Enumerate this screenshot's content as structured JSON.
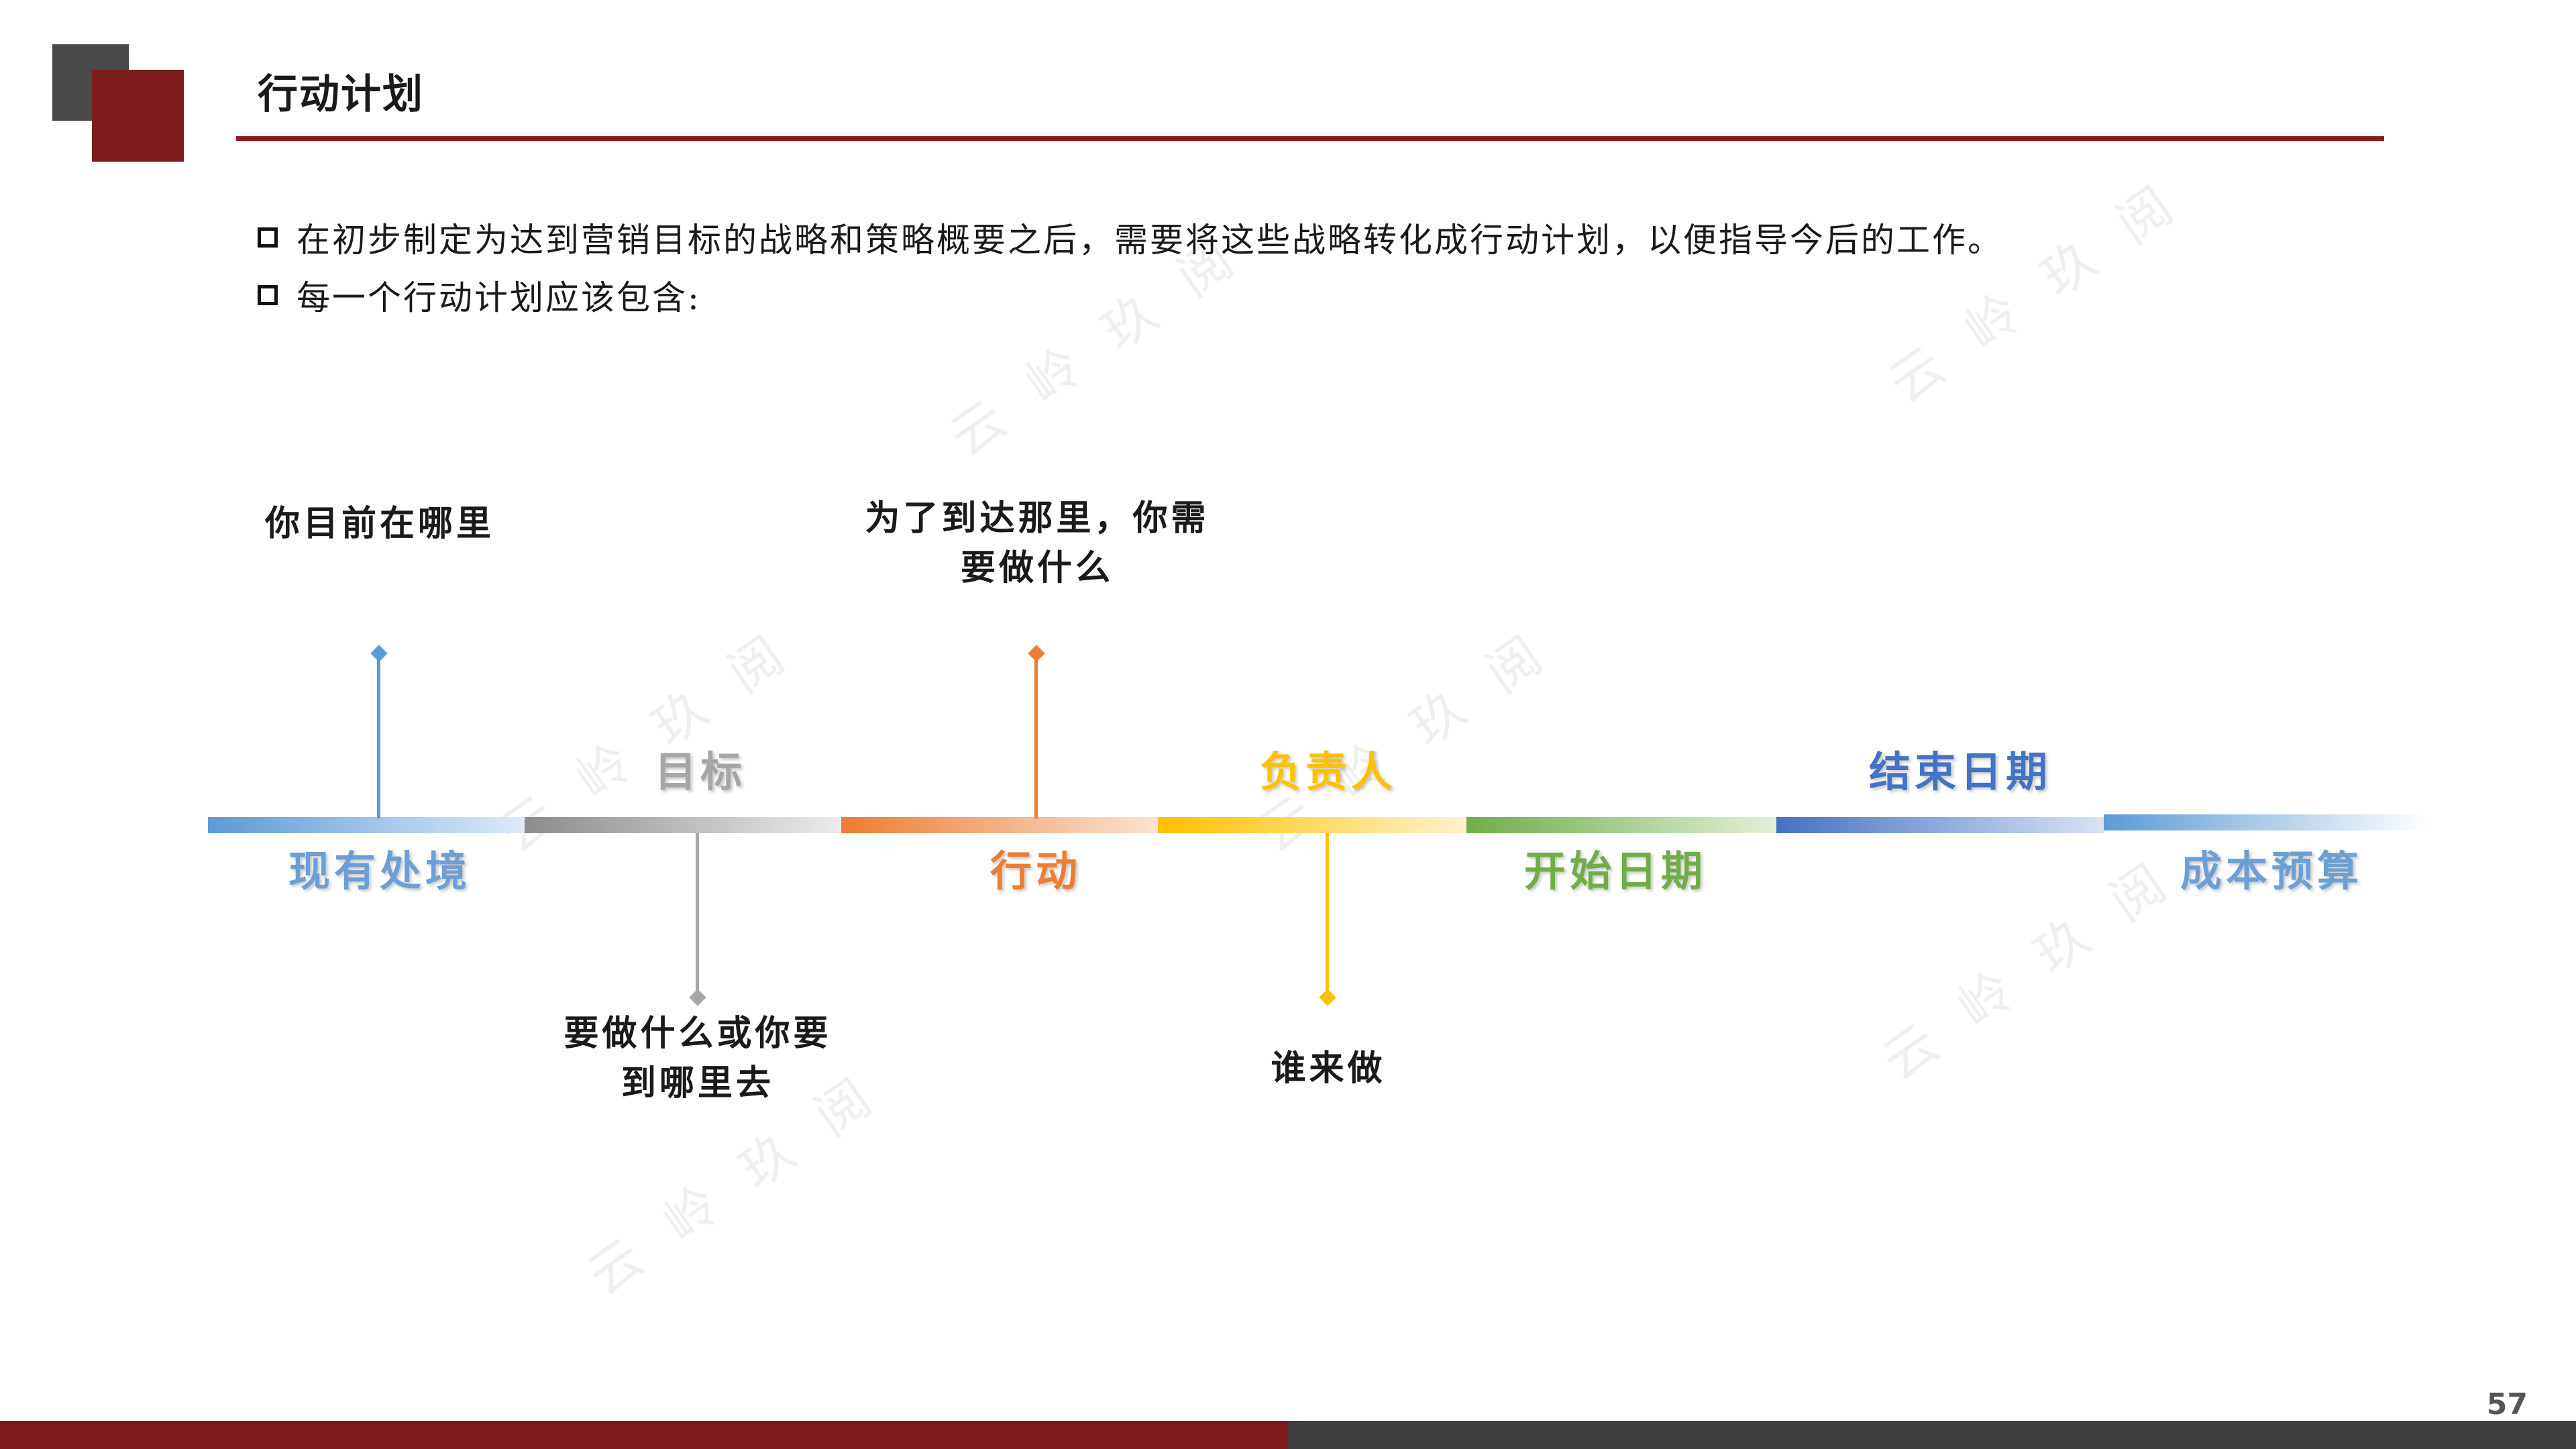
{
  "title": "行动计划",
  "bullets": [
    "在初步制定为达到营销目标的战略和策略概要之后，需要将这些战略转化成行动计划，以便指导今后的工作。",
    "每一个行动计划应该包含:"
  ],
  "timeline": {
    "stages": [
      {
        "label": "现有处境",
        "color": "#6b9fd6"
      },
      {
        "label": "目标",
        "color": "#a6a6a6"
      },
      {
        "label": "行动",
        "color": "#ed7d31"
      },
      {
        "label": "负责人",
        "color": "#ffc000"
      },
      {
        "label": "开始日期",
        "color": "#70ad47"
      },
      {
        "label": "结束日期",
        "color": "#4472c4"
      },
      {
        "label": "成本预算",
        "color": "#5b9bd5"
      }
    ],
    "notes": {
      "current": "你目前在哪里",
      "goal_line1": "要做什么或你要",
      "goal_line2": "到哪里去",
      "action_line1": "为了到达那里，你需",
      "action_line2": "要做什么",
      "owner": "谁来做"
    }
  },
  "watermark": "云岭玖阅",
  "page_number": "57"
}
